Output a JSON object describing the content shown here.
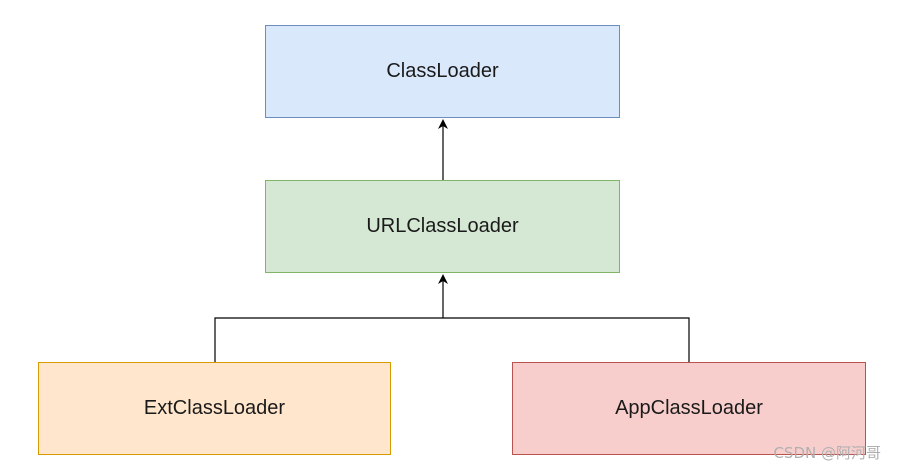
{
  "diagram": {
    "nodes": [
      {
        "id": "classloader",
        "label": "ClassLoader",
        "fill": "#dae8fc",
        "stroke": "#6c8ebf"
      },
      {
        "id": "urlclassloader",
        "label": "URLClassLoader",
        "fill": "#d5e8d4",
        "stroke": "#82b366"
      },
      {
        "id": "extclassloader",
        "label": "ExtClassLoader",
        "fill": "#ffe6cc",
        "stroke": "#d79b00"
      },
      {
        "id": "appclassloader",
        "label": "AppClassLoader",
        "fill": "#f8cecc",
        "stroke": "#b85450"
      }
    ],
    "edges": [
      {
        "from": "urlclassloader",
        "to": "classloader",
        "type": "inheritance-arrow"
      },
      {
        "from": "extclassloader",
        "to": "urlclassloader",
        "type": "inheritance-arrow"
      },
      {
        "from": "appclassloader",
        "to": "urlclassloader",
        "type": "inheritance-arrow"
      }
    ]
  },
  "watermark": "CSDN @阿河哥"
}
